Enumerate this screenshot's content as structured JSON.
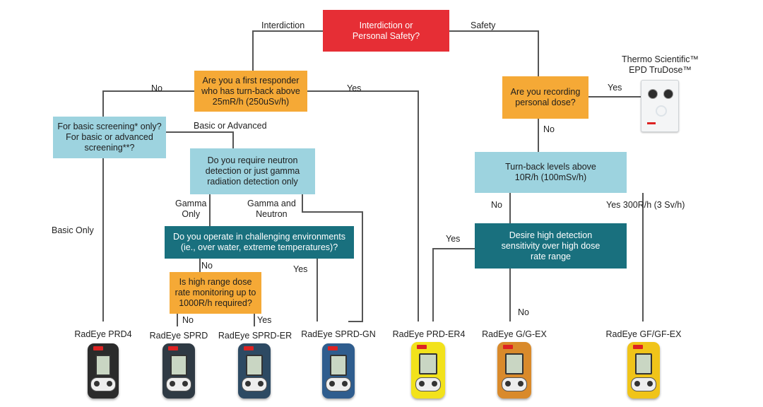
{
  "nodes": {
    "root": "Interdiction or\nPersonal Safety?",
    "first_responder": "Are you a first responder\nwho has turn-back above\n25mR/h (250uSv/h)",
    "screening": "For basic screening* only?\nFor basic or advanced\nscreening**?",
    "neutron": "Do you require neutron\ndetection or just gamma\nradiation detection only",
    "environments": "Do you operate in challenging environments\n(ie., over water, extreme temperatures)?",
    "high_range": "Is high range dose\nrate monitoring up to\n1000R/h required?",
    "recording": "Are you recording\npersonal dose?",
    "turnback": "Turn-back levels above\n10R/h (100mSv/h)",
    "sensitivity": "Desire high detection\nsensitivity over high dose\nrate range"
  },
  "edge_labels": {
    "interdiction": "Interdiction",
    "safety": "Safety",
    "no_fr": "No",
    "yes_fr": "Yes",
    "basic_or_advanced": "Basic or Advanced",
    "basic_only": "Basic Only",
    "gamma_only": "Gamma\nOnly",
    "gamma_neutron": "Gamma and\nNeutron",
    "no_env": "No",
    "yes_env": "Yes",
    "no_hr": "No",
    "yes_hr": "Yes",
    "yes_rec": "Yes",
    "no_rec": "No",
    "no_tb": "No",
    "yes_tb": "Yes 300R/h (3 Sv/h)",
    "yes_sens": "Yes",
    "no_sens": "No"
  },
  "epd_label": "Thermo Scientific™\nEPD TruDose™",
  "products": [
    {
      "name": "RadEye PRD4",
      "color": "#2b2b2b"
    },
    {
      "name": "RadEye SPRD",
      "color": "#2f3a44"
    },
    {
      "name": "RadEye SPRD-ER",
      "color": "#2d4a63"
    },
    {
      "name": "RadEye SPRD-GN",
      "color": "#2f5d8e"
    },
    {
      "name": "RadEye PRD-ER4",
      "color": "#f2e21b"
    },
    {
      "name": "RadEye G/G-EX",
      "color": "#d98a2b"
    },
    {
      "name": "RadEye GF/GF-EX",
      "color": "#f0c419"
    }
  ],
  "colors": {
    "red": "#e62e35",
    "orange": "#f5a936",
    "light_blue": "#9dd3df",
    "teal": "#19707e",
    "connector": "#555555"
  }
}
